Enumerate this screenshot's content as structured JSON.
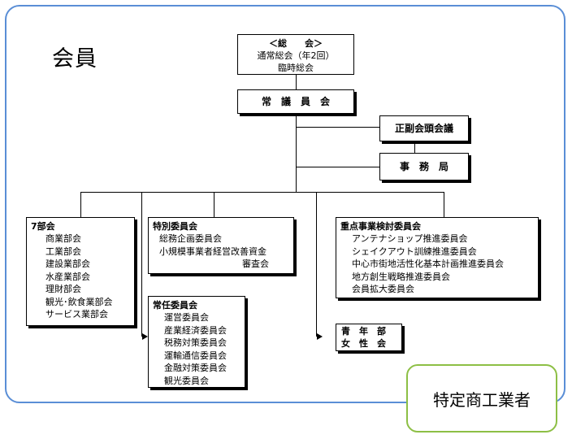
{
  "members_label": "会員",
  "general_assembly": {
    "title": "＜総　　会＞",
    "lines": [
      "通常総会（年2回）",
      "臨時総会"
    ]
  },
  "standing_council": "常　議　員　会",
  "vice_chairs_meeting": "正副会頭会議",
  "secretariat": "事　務　局",
  "seven_divisions": {
    "title": "7部会",
    "items": [
      "商業部会",
      "工業部会",
      "建設業部会",
      "水産業部会",
      "理財部会",
      "観光･飲食業部会",
      "サービス業部会"
    ]
  },
  "special_committees": {
    "title": "特別委員会",
    "items": [
      "総務企画委員会",
      "小規模事業者経営改善資金",
      "審査会"
    ]
  },
  "standing_committees": {
    "title": "常任委員会",
    "items": [
      "運営委員会",
      "産業経済委員会",
      "税務対策委員会",
      "運輸通信委員会",
      "金融対策委員会",
      "観光委員会"
    ]
  },
  "youth_women": {
    "items": [
      "青　年　部",
      "女　性　会"
    ]
  },
  "priority_committees": {
    "title": "重点事業検討委員会",
    "items": [
      "アンテナショップ推進委員会",
      "シェイクアウト訓練推進委員会",
      "中心市街地活性化基本計画推進委員会",
      "地方創生戦略推進委員会",
      "会員拡大委員会"
    ]
  },
  "specific_businesses": "特定商工業者"
}
